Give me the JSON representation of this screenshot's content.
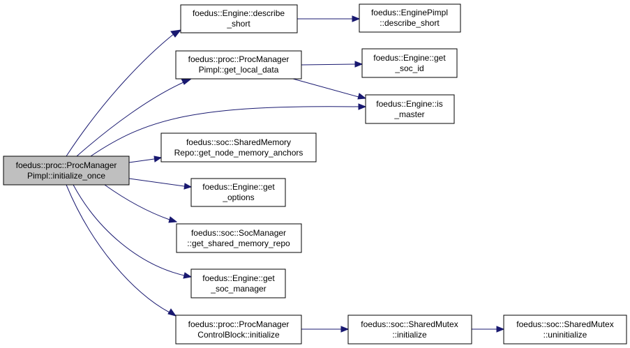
{
  "colors": {
    "edge": "#191970",
    "root_fill": "#bfbfbf",
    "node_fill": "#ffffff",
    "border": "#000000"
  },
  "nodes": {
    "root": {
      "line1": "foedus::proc::ProcManager",
      "line2": "Pimpl::initialize_once"
    },
    "describe_short": {
      "line1": "foedus::Engine::describe",
      "line2": "_short"
    },
    "pimpl_describe_short": {
      "line1": "foedus::EnginePimpl",
      "line2": "::describe_short"
    },
    "get_local_data": {
      "line1": "foedus::proc::ProcManager",
      "line2": "Pimpl::get_local_data"
    },
    "get_soc_id": {
      "line1": "foedus::Engine::get",
      "line2": "_soc_id"
    },
    "is_master": {
      "line1": "foedus::Engine::is",
      "line2": "_master"
    },
    "get_node_memory_anchors": {
      "line1": "foedus::soc::SharedMemory",
      "line2": "Repo::get_node_memory_anchors"
    },
    "get_options": {
      "line1": "foedus::Engine::get",
      "line2": "_options"
    },
    "get_shared_memory_repo": {
      "line1": "foedus::soc::SocManager",
      "line2": "::get_shared_memory_repo"
    },
    "get_soc_manager": {
      "line1": "foedus::Engine::get",
      "line2": "_soc_manager"
    },
    "control_block_initialize": {
      "line1": "foedus::proc::ProcManager",
      "line2": "ControlBlock::initialize"
    },
    "mutex_initialize": {
      "line1": "foedus::soc::SharedMutex",
      "line2": "::initialize"
    },
    "mutex_uninitialize": {
      "line1": "foedus::soc::SharedMutex",
      "line2": "::uninitialize"
    }
  }
}
